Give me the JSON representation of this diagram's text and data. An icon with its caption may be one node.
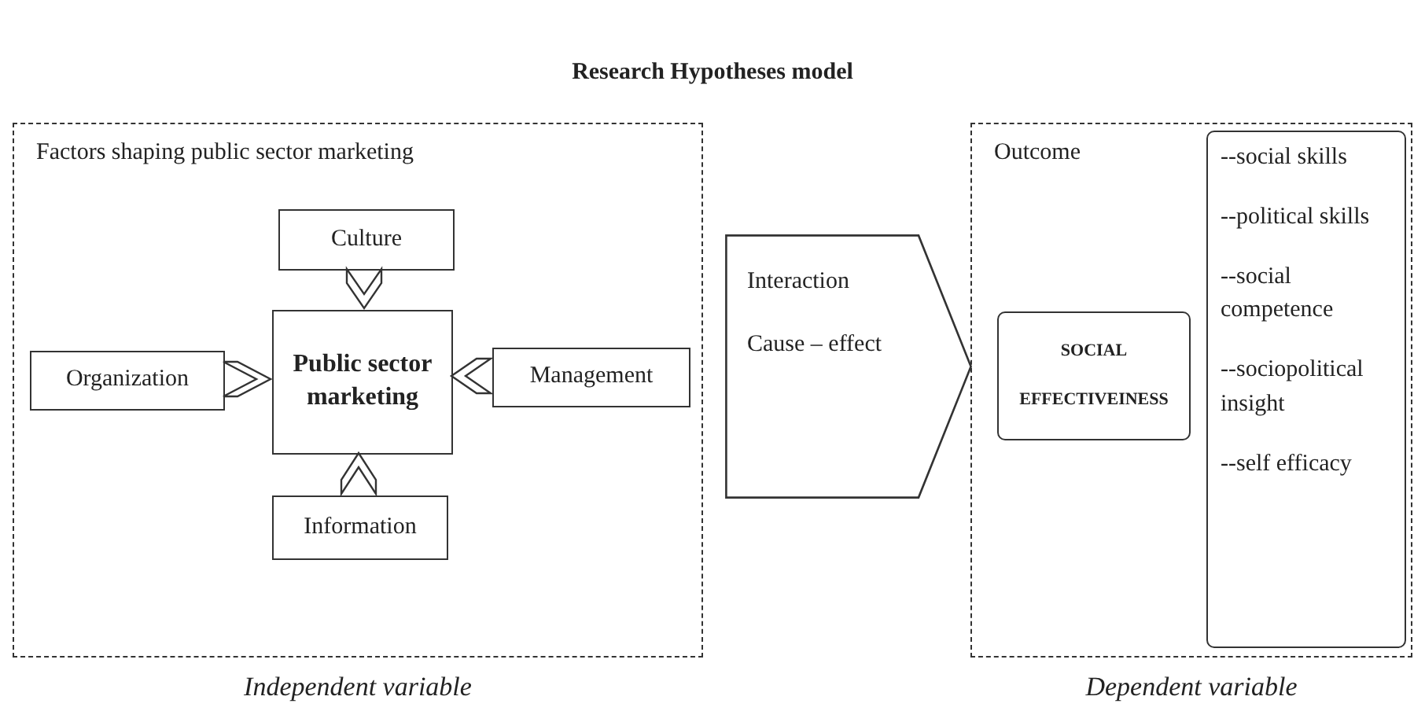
{
  "diagram": {
    "title": "Research Hypotheses model",
    "nodes": [
      {
        "text": [
          "Factors shaping public sector marketing"
        ],
        "beside": [
          "Independent variable"
        ]
      },
      {
        "text": [
          "Culture"
        ],
        "in": 0
      },
      {
        "text": [
          "Organization"
        ],
        "in": 0
      },
      {
        "text": [
          "Public sector marketing"
        ],
        "in": 0
      },
      {
        "text": [
          "Management"
        ],
        "in": 0
      },
      {
        "text": [
          "Information"
        ],
        "in": 0
      },
      {
        "text": [
          "Interaction",
          "Cause – effect"
        ]
      },
      {
        "text": [
          "Outcome"
        ],
        "beside": [
          "Dependent variable"
        ]
      },
      {
        "text": [
          "SOCIAL EFFECTIVEINESS"
        ],
        "in": 7
      },
      {
        "text": [
          "--social skills",
          "--political skills",
          "--social competence",
          "--sociopolitical insight",
          "--self efficacy"
        ],
        "in": 7
      }
    ],
    "edges": [
      {
        "from": 1,
        "to": 3,
        "arrow": "to"
      },
      {
        "from": 2,
        "to": 3,
        "arrow": "to"
      },
      {
        "from": 4,
        "to": 3,
        "arrow": "to"
      },
      {
        "from": 5,
        "to": 3,
        "arrow": "to"
      }
    ]
  }
}
